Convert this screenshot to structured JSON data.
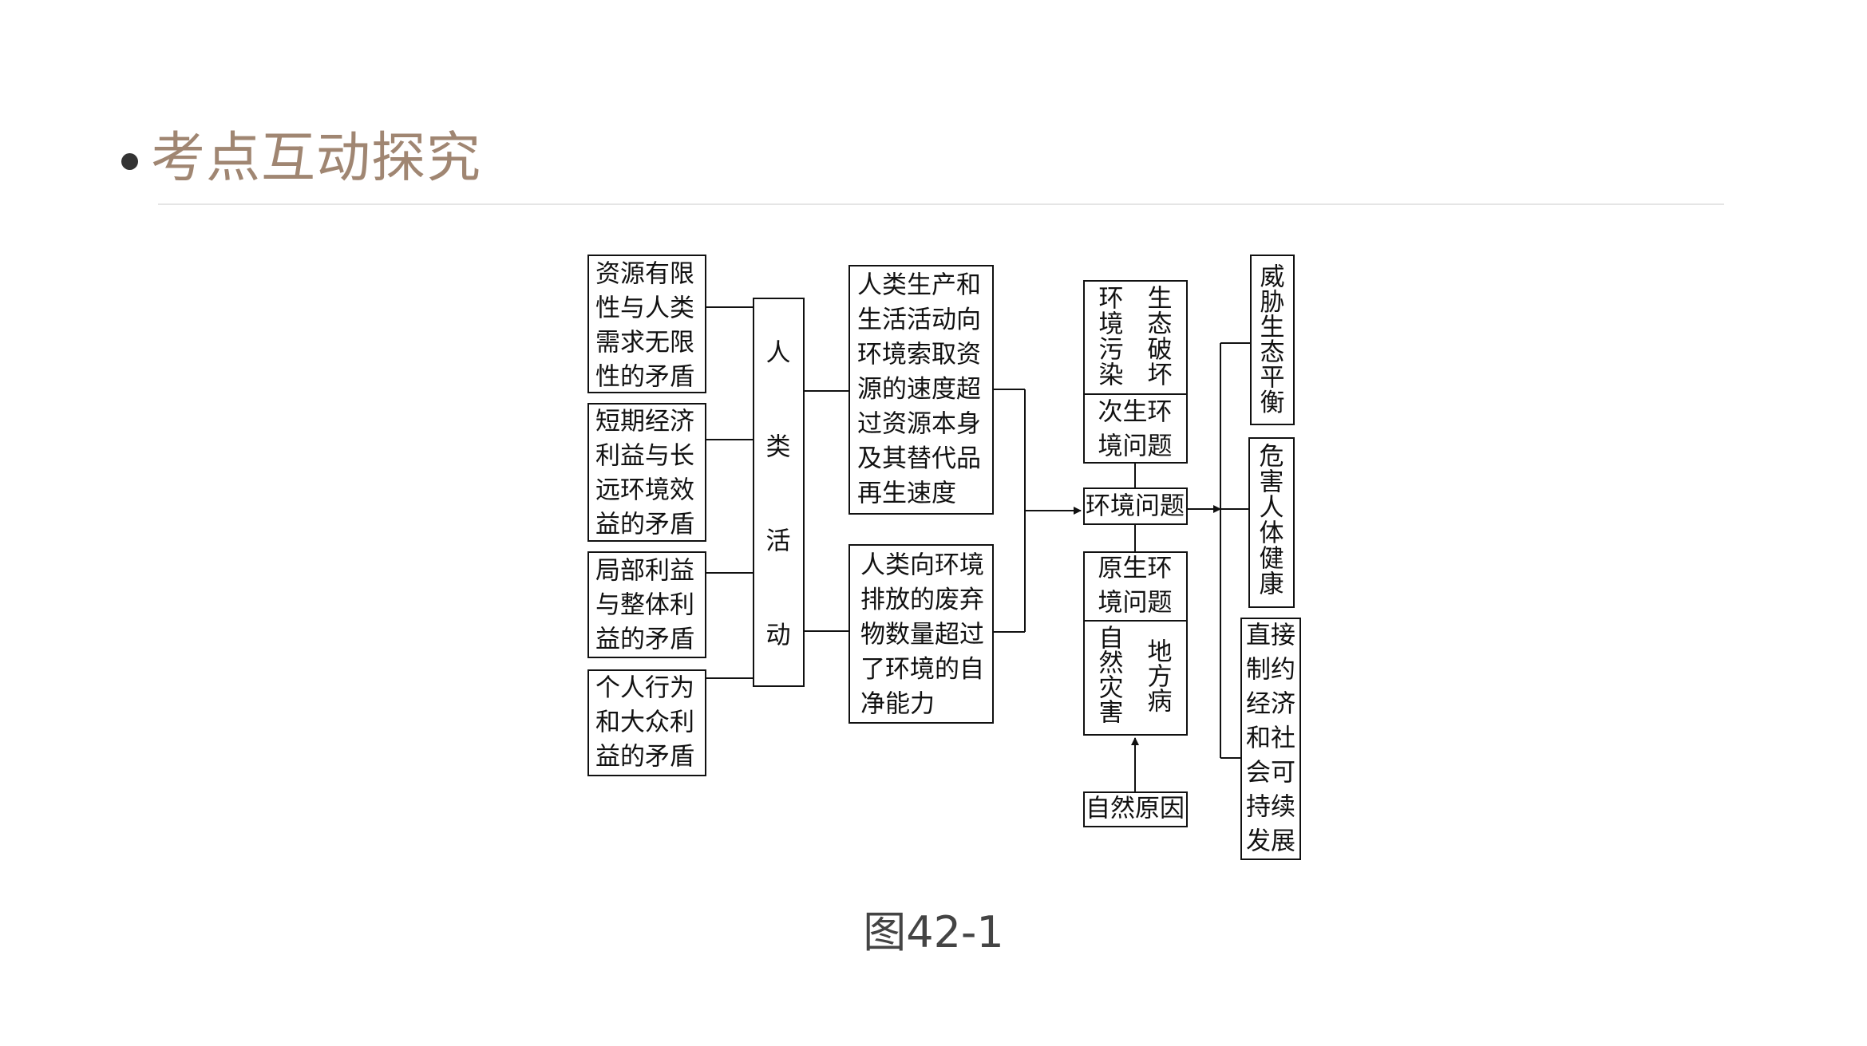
{
  "title": "考点互动探究",
  "caption": "图42-1",
  "diagram": {
    "contradictions": [
      [
        "资源有限",
        "性与人类",
        "需求无限",
        "性的矛盾"
      ],
      [
        "短期经济",
        "利益与长",
        "远环境效",
        "益的矛盾"
      ],
      [
        "局部利益",
        "与整体利",
        "益的矛盾"
      ],
      [
        "个人行为",
        "和大众利",
        "益的矛盾"
      ]
    ],
    "human_activity": [
      "人",
      "类",
      "活",
      "动"
    ],
    "cause_resource": [
      "人类生产和",
      "生活活动向",
      "环境索取资",
      "源的速度超",
      "过资源本身",
      "及其替代品",
      "再生速度"
    ],
    "cause_pollution": [
      "人类向环境",
      "排放的废弃",
      "物数量超过",
      "了环境的自",
      "净能力"
    ],
    "pollution": [
      "环",
      "境",
      "污",
      "染"
    ],
    "eco_damage": [
      "生",
      "态",
      "破",
      "坏"
    ],
    "secondary": [
      "次生环",
      "境问题"
    ],
    "env_problem": "环境问题",
    "primary": [
      "原生环",
      "境问题"
    ],
    "natural_disaster": [
      "自",
      "然",
      "灾",
      "害"
    ],
    "endemic": [
      "地",
      "方",
      "病"
    ],
    "natural_cause": "自然原因",
    "threat_eco": [
      "威",
      "胁",
      "生",
      "态",
      "平",
      "衡"
    ],
    "harm_health": [
      "危",
      "害",
      "人",
      "体",
      "健",
      "康"
    ],
    "restrict": [
      "直接",
      "制约",
      "经济",
      "和社",
      "会可",
      "持续",
      "发展"
    ]
  }
}
